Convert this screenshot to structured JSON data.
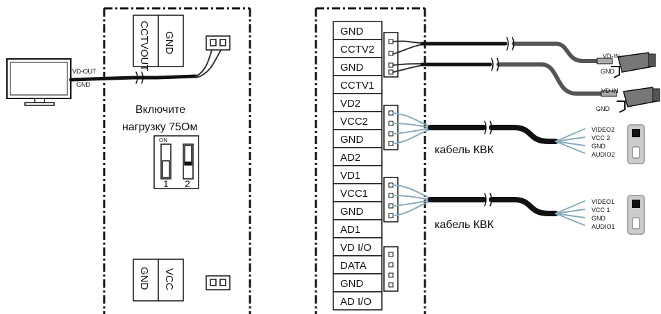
{
  "monitor": {
    "vd_out": "VD-OUT",
    "gnd": "GND",
    "left_terminals": [
      "CCTVOUT",
      "GND"
    ],
    "power_terminals": [
      "GND",
      "VCC"
    ]
  },
  "instruction": {
    "line1": "Включите",
    "line2": "нагрузку 75Ом"
  },
  "dip_switch": {
    "on_label": "ON",
    "num1": "1",
    "num2": "2"
  },
  "terminal_block": {
    "rows": [
      "GND",
      "CCTV2",
      "GND",
      "CCTV1",
      "VD2",
      "VCC2",
      "GND",
      "AD2",
      "VD1",
      "VCC1",
      "GND",
      "AD1",
      "VD I/O",
      "DATA",
      "GND",
      "AD I/O"
    ]
  },
  "cameras": [
    {
      "vd_in": "VD-IN",
      "gnd": "GND"
    },
    {
      "vd_in": "VD-IN",
      "gnd": "GND"
    }
  ],
  "cables": {
    "cable1": "кабель КВК",
    "cable2": "кабель КВК"
  },
  "doorbells": [
    {
      "pins": [
        "VIDEO2",
        "VCC 2",
        "GND",
        "AUDIO2"
      ]
    },
    {
      "pins": [
        "VIDEO1",
        "VCC 1",
        "GND",
        "AUDIO1"
      ]
    }
  ]
}
